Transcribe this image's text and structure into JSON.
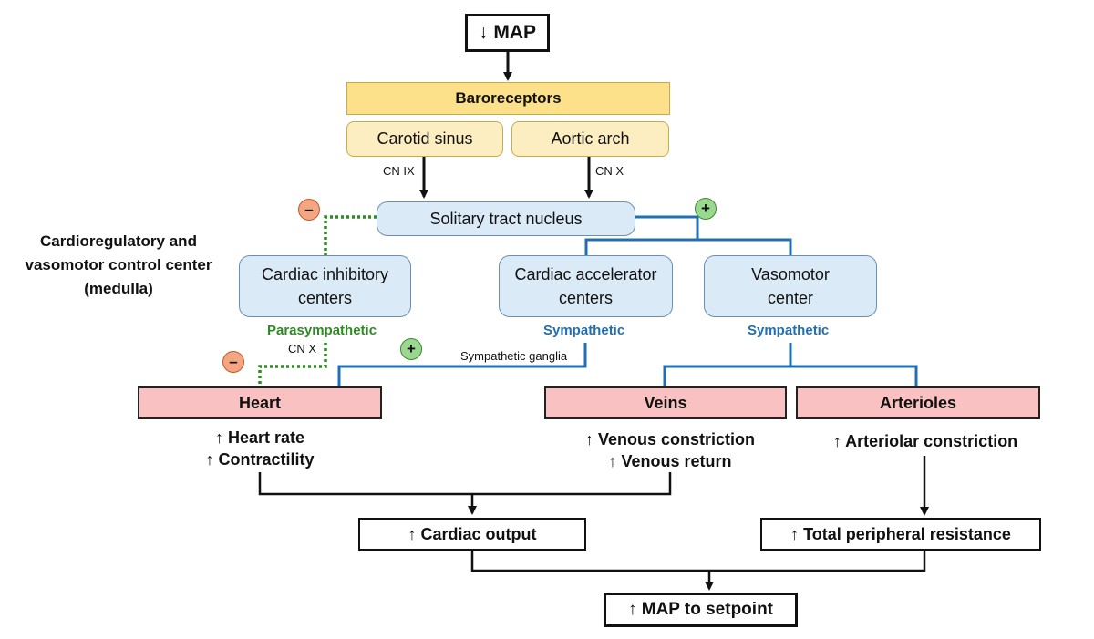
{
  "nodes": {
    "map_start": "↓ MAP",
    "baroreceptors": "Baroreceptors",
    "carotid_sinus": "Carotid sinus",
    "aortic_arch": "Aortic arch",
    "solitary_tract": "Solitary tract nucleus",
    "cardiac_inhibitory": [
      "Cardiac inhibitory",
      "centers"
    ],
    "cardiac_accelerator": [
      "Cardiac accelerator",
      "centers"
    ],
    "vasomotor": [
      "Vasomotor",
      "center"
    ],
    "heart": "Heart",
    "veins": "Veins",
    "arterioles": "Arterioles",
    "cardiac_output": "↑ Cardiac output",
    "tpr": "↑ Total peripheral resistance",
    "map_end": "↑ MAP to setpoint"
  },
  "labels": {
    "cn_ix": "CN IX",
    "cn_x_upper": "CN X",
    "cn_x_lower": "CN X",
    "parasympathetic": "Parasympathetic",
    "sympathetic_1": "Sympathetic",
    "sympathetic_2": "Sympathetic",
    "sympathetic_ganglia": "Sympathetic ganglia",
    "control_center": [
      "Cardioregulatory and",
      "vasomotor control center",
      "(medulla)"
    ]
  },
  "effects": {
    "heart": [
      "↑ Heart rate",
      "↑ Contractility"
    ],
    "veins": [
      "↑ Venous constriction",
      "↑ Venous return"
    ],
    "arterioles": [
      "↑ Arteriolar constriction"
    ]
  },
  "signs": {
    "minus": "–",
    "plus": "+"
  },
  "colors": {
    "parasympathetic": "#2e8b22",
    "sympathetic": "#1f6fb2",
    "baroreceptor_fill": "#fce08a",
    "site_fill": "#fdeec2",
    "center_fill": "#dbeaf7",
    "effector_fill": "#f9c1c1",
    "inhibit_sign": "#f4a582",
    "excite_sign": "#9bd88f"
  }
}
